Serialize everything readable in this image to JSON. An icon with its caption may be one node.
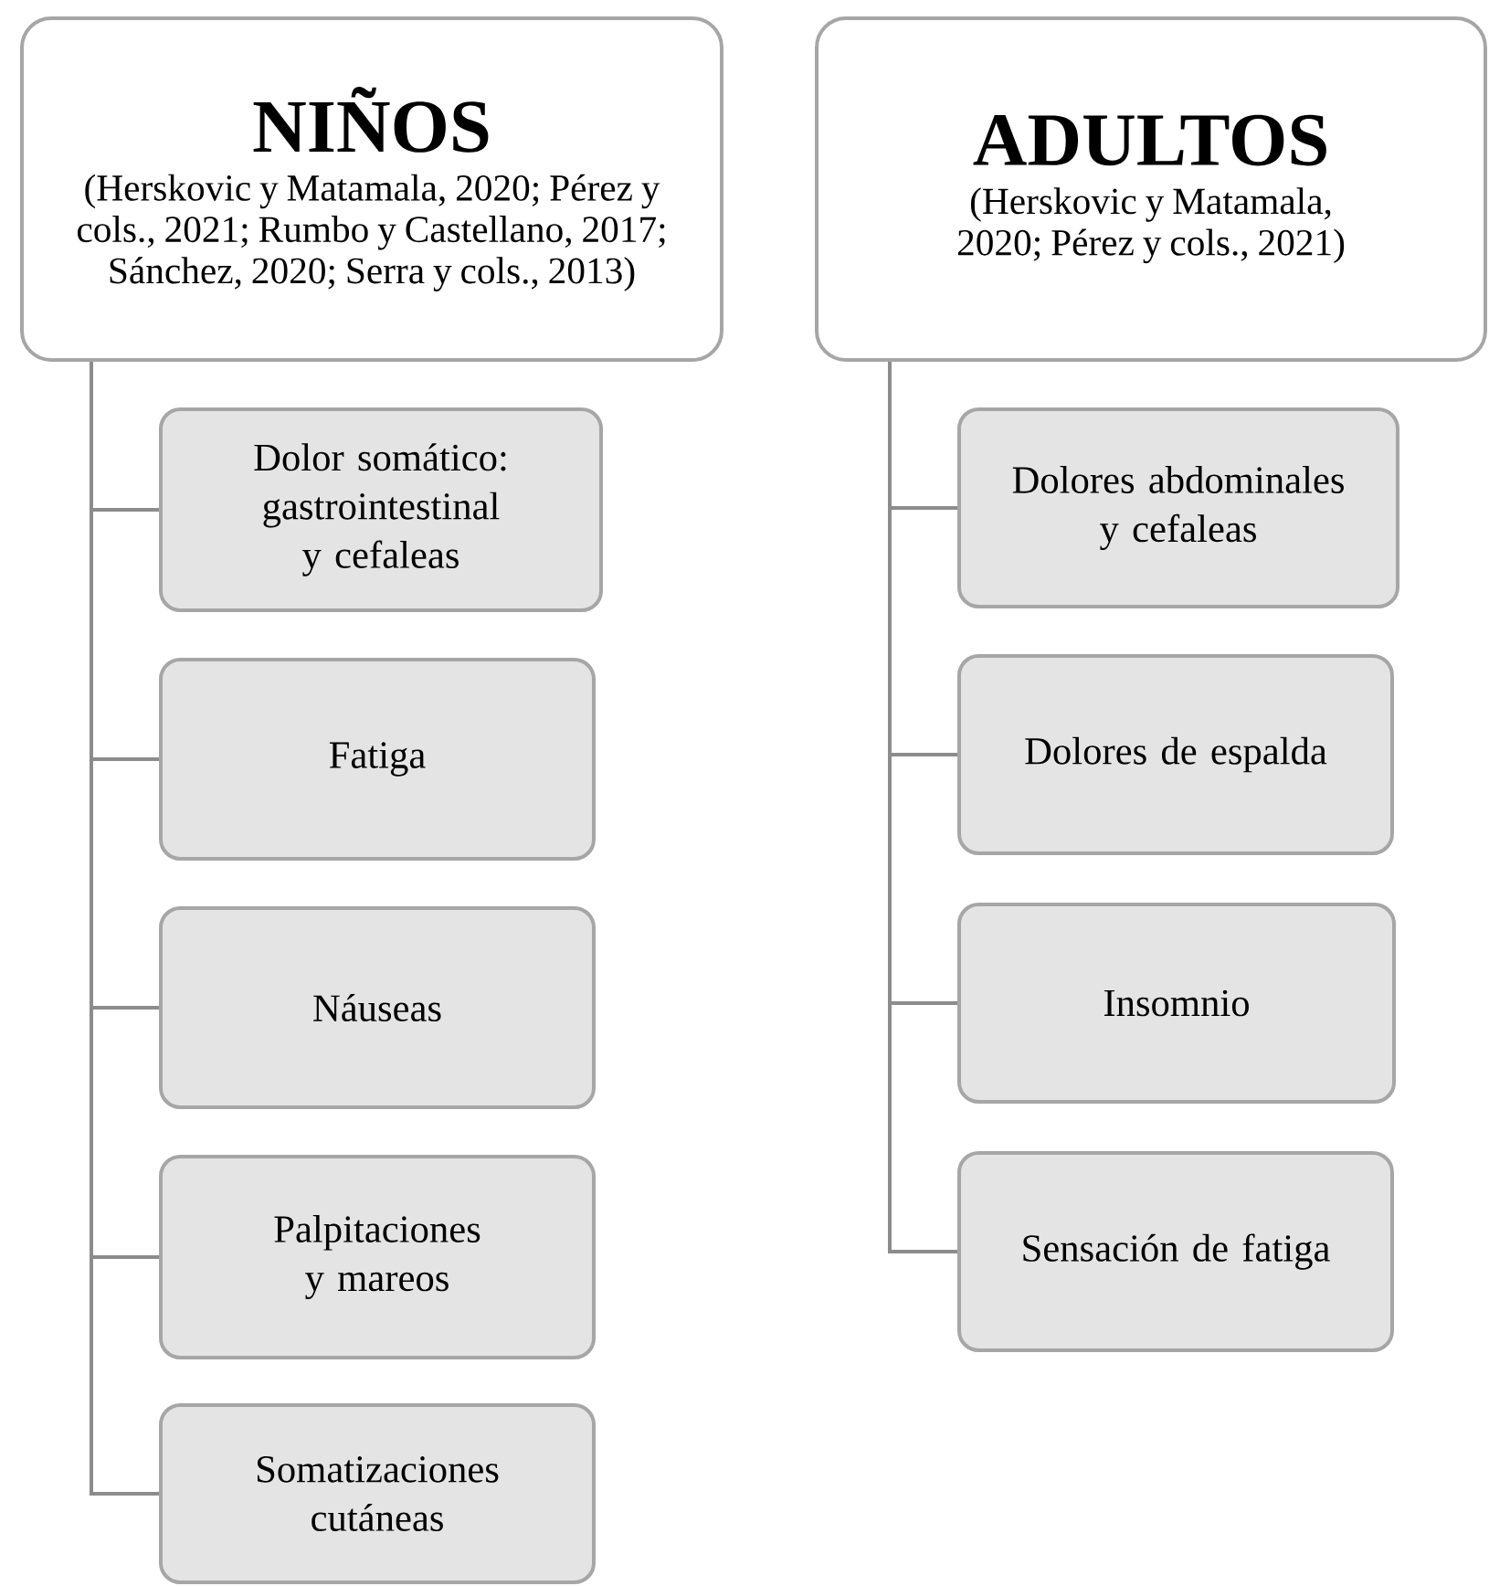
{
  "diagram": {
    "nodes": [
      {
        "text": [
          "NIÑOS",
          "(Herskovic y Matamala, 2020; Pérez y cols., 2021; Rumbo y Castellano, 2017; Sánchez, 2020; Serra y cols., 2013)"
        ]
      },
      {
        "text": [
          "ADULTOS",
          "(Herskovic y Matamala, 2020; Pérez y cols., 2021)"
        ]
      },
      {
        "text": [
          "Dolor somático: gastrointestinal y cefaleas"
        ]
      },
      {
        "text": [
          "Fatiga"
        ]
      },
      {
        "text": [
          "Náuseas"
        ]
      },
      {
        "text": [
          "Palpitaciones y mareos"
        ]
      },
      {
        "text": [
          "Somatizaciones cutáneas"
        ]
      },
      {
        "text": [
          "Dolores abdominales y cefaleas"
        ]
      },
      {
        "text": [
          "Dolores de espalda"
        ]
      },
      {
        "text": [
          "Insomnio"
        ]
      },
      {
        "text": [
          "Sensación de fatiga"
        ]
      }
    ],
    "edges": [
      {
        "from": 0,
        "to": 2,
        "arrow": "none"
      },
      {
        "from": 0,
        "to": 3,
        "arrow": "none"
      },
      {
        "from": 0,
        "to": 4,
        "arrow": "none"
      },
      {
        "from": 0,
        "to": 5,
        "arrow": "none"
      },
      {
        "from": 0,
        "to": 6,
        "arrow": "none"
      },
      {
        "from": 1,
        "to": 7,
        "arrow": "none"
      },
      {
        "from": 1,
        "to": 8,
        "arrow": "none"
      },
      {
        "from": 1,
        "to": 9,
        "arrow": "none"
      },
      {
        "from": 1,
        "to": 10,
        "arrow": "none"
      }
    ]
  }
}
